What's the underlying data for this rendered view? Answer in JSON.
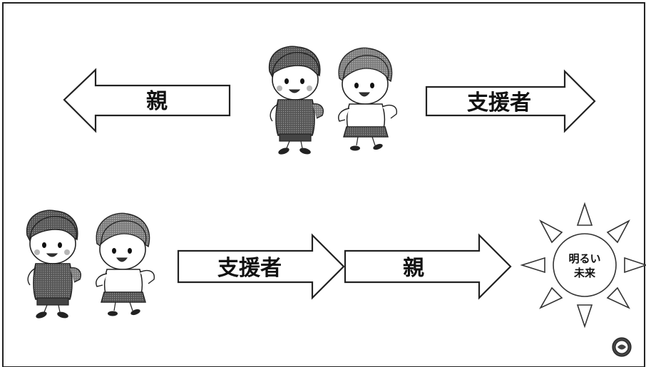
{
  "top_row": {
    "left_arrow_label": "親",
    "right_arrow_label": "支援者"
  },
  "bottom_row": {
    "first_arrow_label": "支援者",
    "second_arrow_label": "親"
  },
  "sun": {
    "line1": "明るい",
    "line2": "未来"
  },
  "colors": {
    "outline": "#222222",
    "hair": "#2e2e2e",
    "shirt_boy": "#3a3a3a",
    "skirt_girl": "#4a4a4a",
    "cheek": "#8a8a8a"
  }
}
